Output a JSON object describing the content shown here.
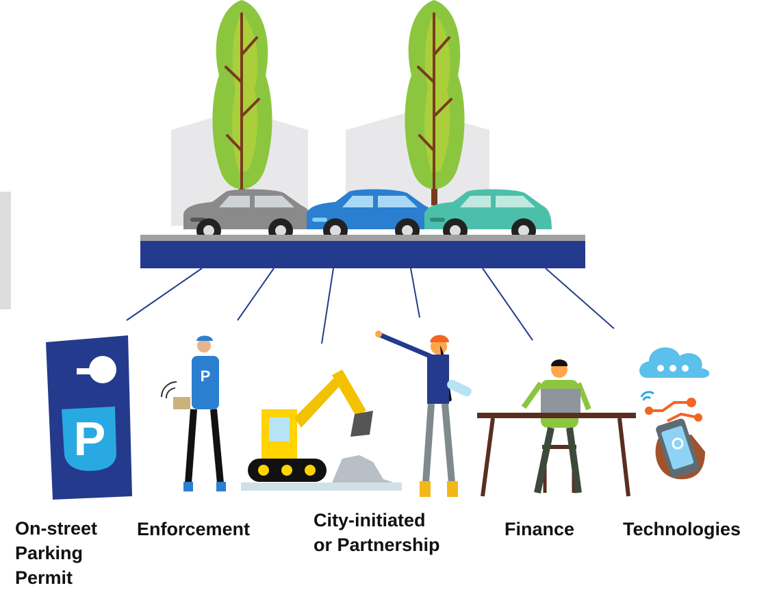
{
  "labels": {
    "parking_permit": [
      "On-street",
      "Parking",
      "Permit"
    ],
    "enforcement": "Enforcement",
    "city_partnership": [
      "City-initiated",
      "or Partnership"
    ],
    "finance": "Finance",
    "technologies": "Technologies"
  },
  "permit_badge_letter": "P",
  "vest_letter": "P",
  "colors": {
    "navy": "#243a8c",
    "sky_blue": "#29a9e1",
    "tree_green": "#8cc63f",
    "car_gray": "#8a8a8a",
    "car_blue": "#2a7fd0",
    "car_teal": "#4cbfab",
    "excavator_yellow": "#ffd400",
    "cloud": "#5bc0eb"
  },
  "icons": [
    "parking-permit-hanger-icon",
    "parking-enforcement-officer-icon",
    "excavator-icon",
    "construction-worker-icon",
    "finance-desk-icon",
    "cloud-technology-icon"
  ]
}
